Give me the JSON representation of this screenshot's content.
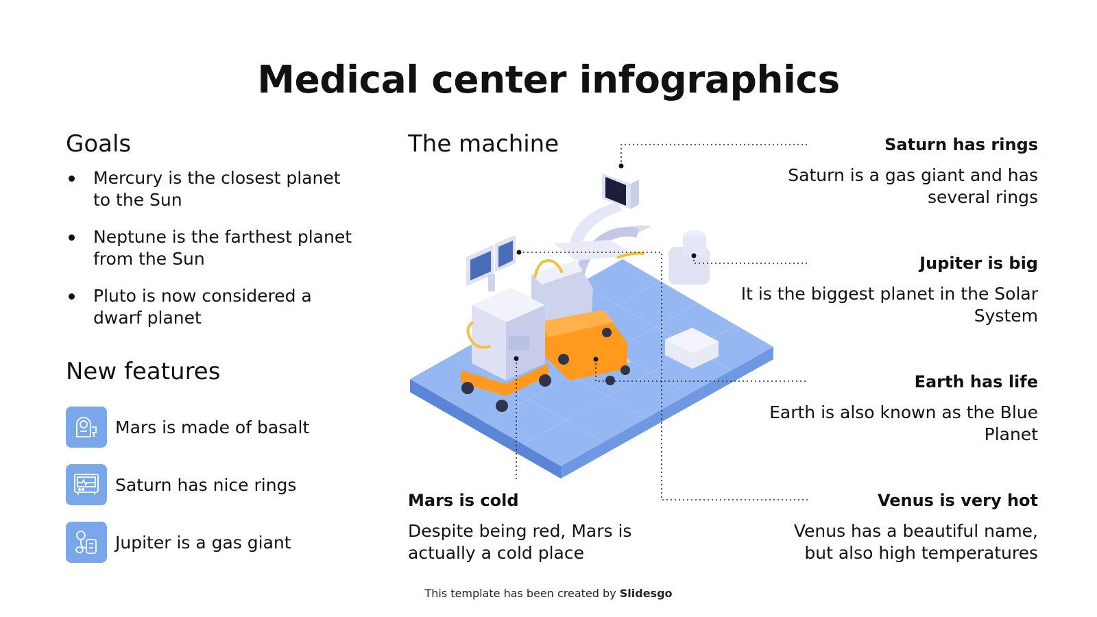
{
  "title": "Medical center infographics",
  "goals": {
    "heading": "Goals",
    "items": [
      "Mercury is the closest planet to the Sun",
      "Neptune is the farthest planet from the Sun",
      "Pluto is now considered a dwarf planet"
    ]
  },
  "features": {
    "heading": "New features",
    "items": [
      {
        "label": "Mars is made of basalt",
        "icon": "mri-scanner-icon"
      },
      {
        "label": "Saturn has nice rings",
        "icon": "heart-monitor-icon"
      },
      {
        "label": "Jupiter is a gas giant",
        "icon": "blood-pressure-icon"
      }
    ]
  },
  "machine": {
    "heading": "The machine",
    "callouts": {
      "saturn": {
        "title": "Saturn has rings",
        "desc": "Saturn is a gas giant and has several rings"
      },
      "jupiter": {
        "title": "Jupiter is big",
        "desc": "It is the biggest planet in the Solar System"
      },
      "earth": {
        "title": "Earth has life",
        "desc": "Earth is also known as the Blue Planet"
      },
      "venus": {
        "title": "Venus is very hot",
        "desc": "Venus has a beautiful name, but also high temperatures"
      },
      "mars": {
        "title": "Mars is cold",
        "desc": "Despite being red, Mars is actually a cold place"
      }
    }
  },
  "footer": {
    "prefix": "This template has been created by ",
    "brand": "Slidesgo"
  },
  "colors": {
    "accent_blue": "#7aa7ea",
    "floor_blue": "#8fb0f0",
    "orange": "#ff9a1f",
    "text": "#111111"
  }
}
